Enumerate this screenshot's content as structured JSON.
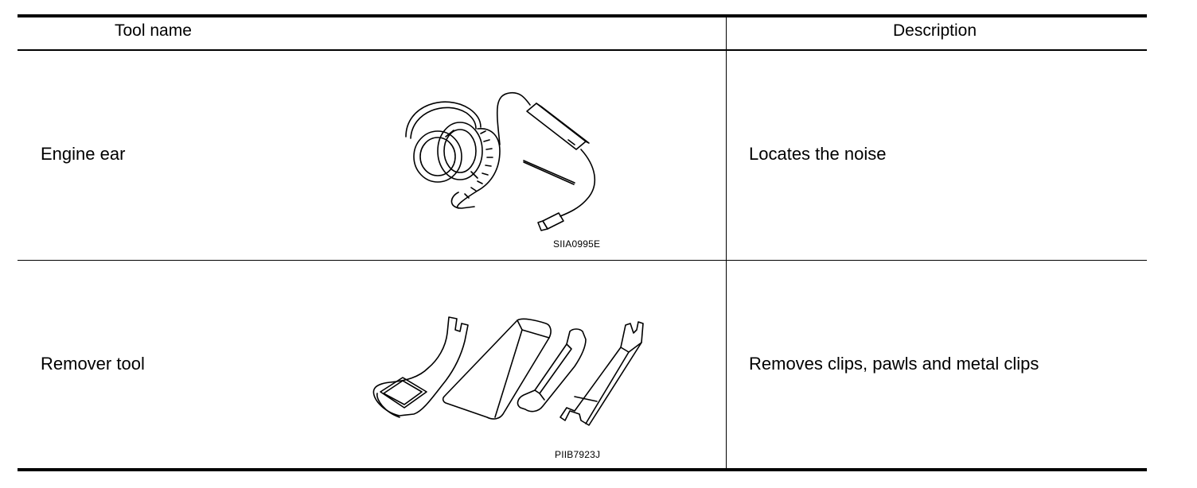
{
  "table": {
    "headers": {
      "tool_name": "Tool name",
      "description": "Description"
    },
    "rows": [
      {
        "tool_name": "Engine ear",
        "illustration": "headphones-stethoscope-icon",
        "figure_code": "SIIA0995E",
        "description": "Locates the noise"
      },
      {
        "tool_name": "Remover tool",
        "illustration": "trim-remover-tools-icon",
        "figure_code": "PIIB7923J",
        "description": "Removes clips, pawls and metal clips"
      }
    ]
  }
}
